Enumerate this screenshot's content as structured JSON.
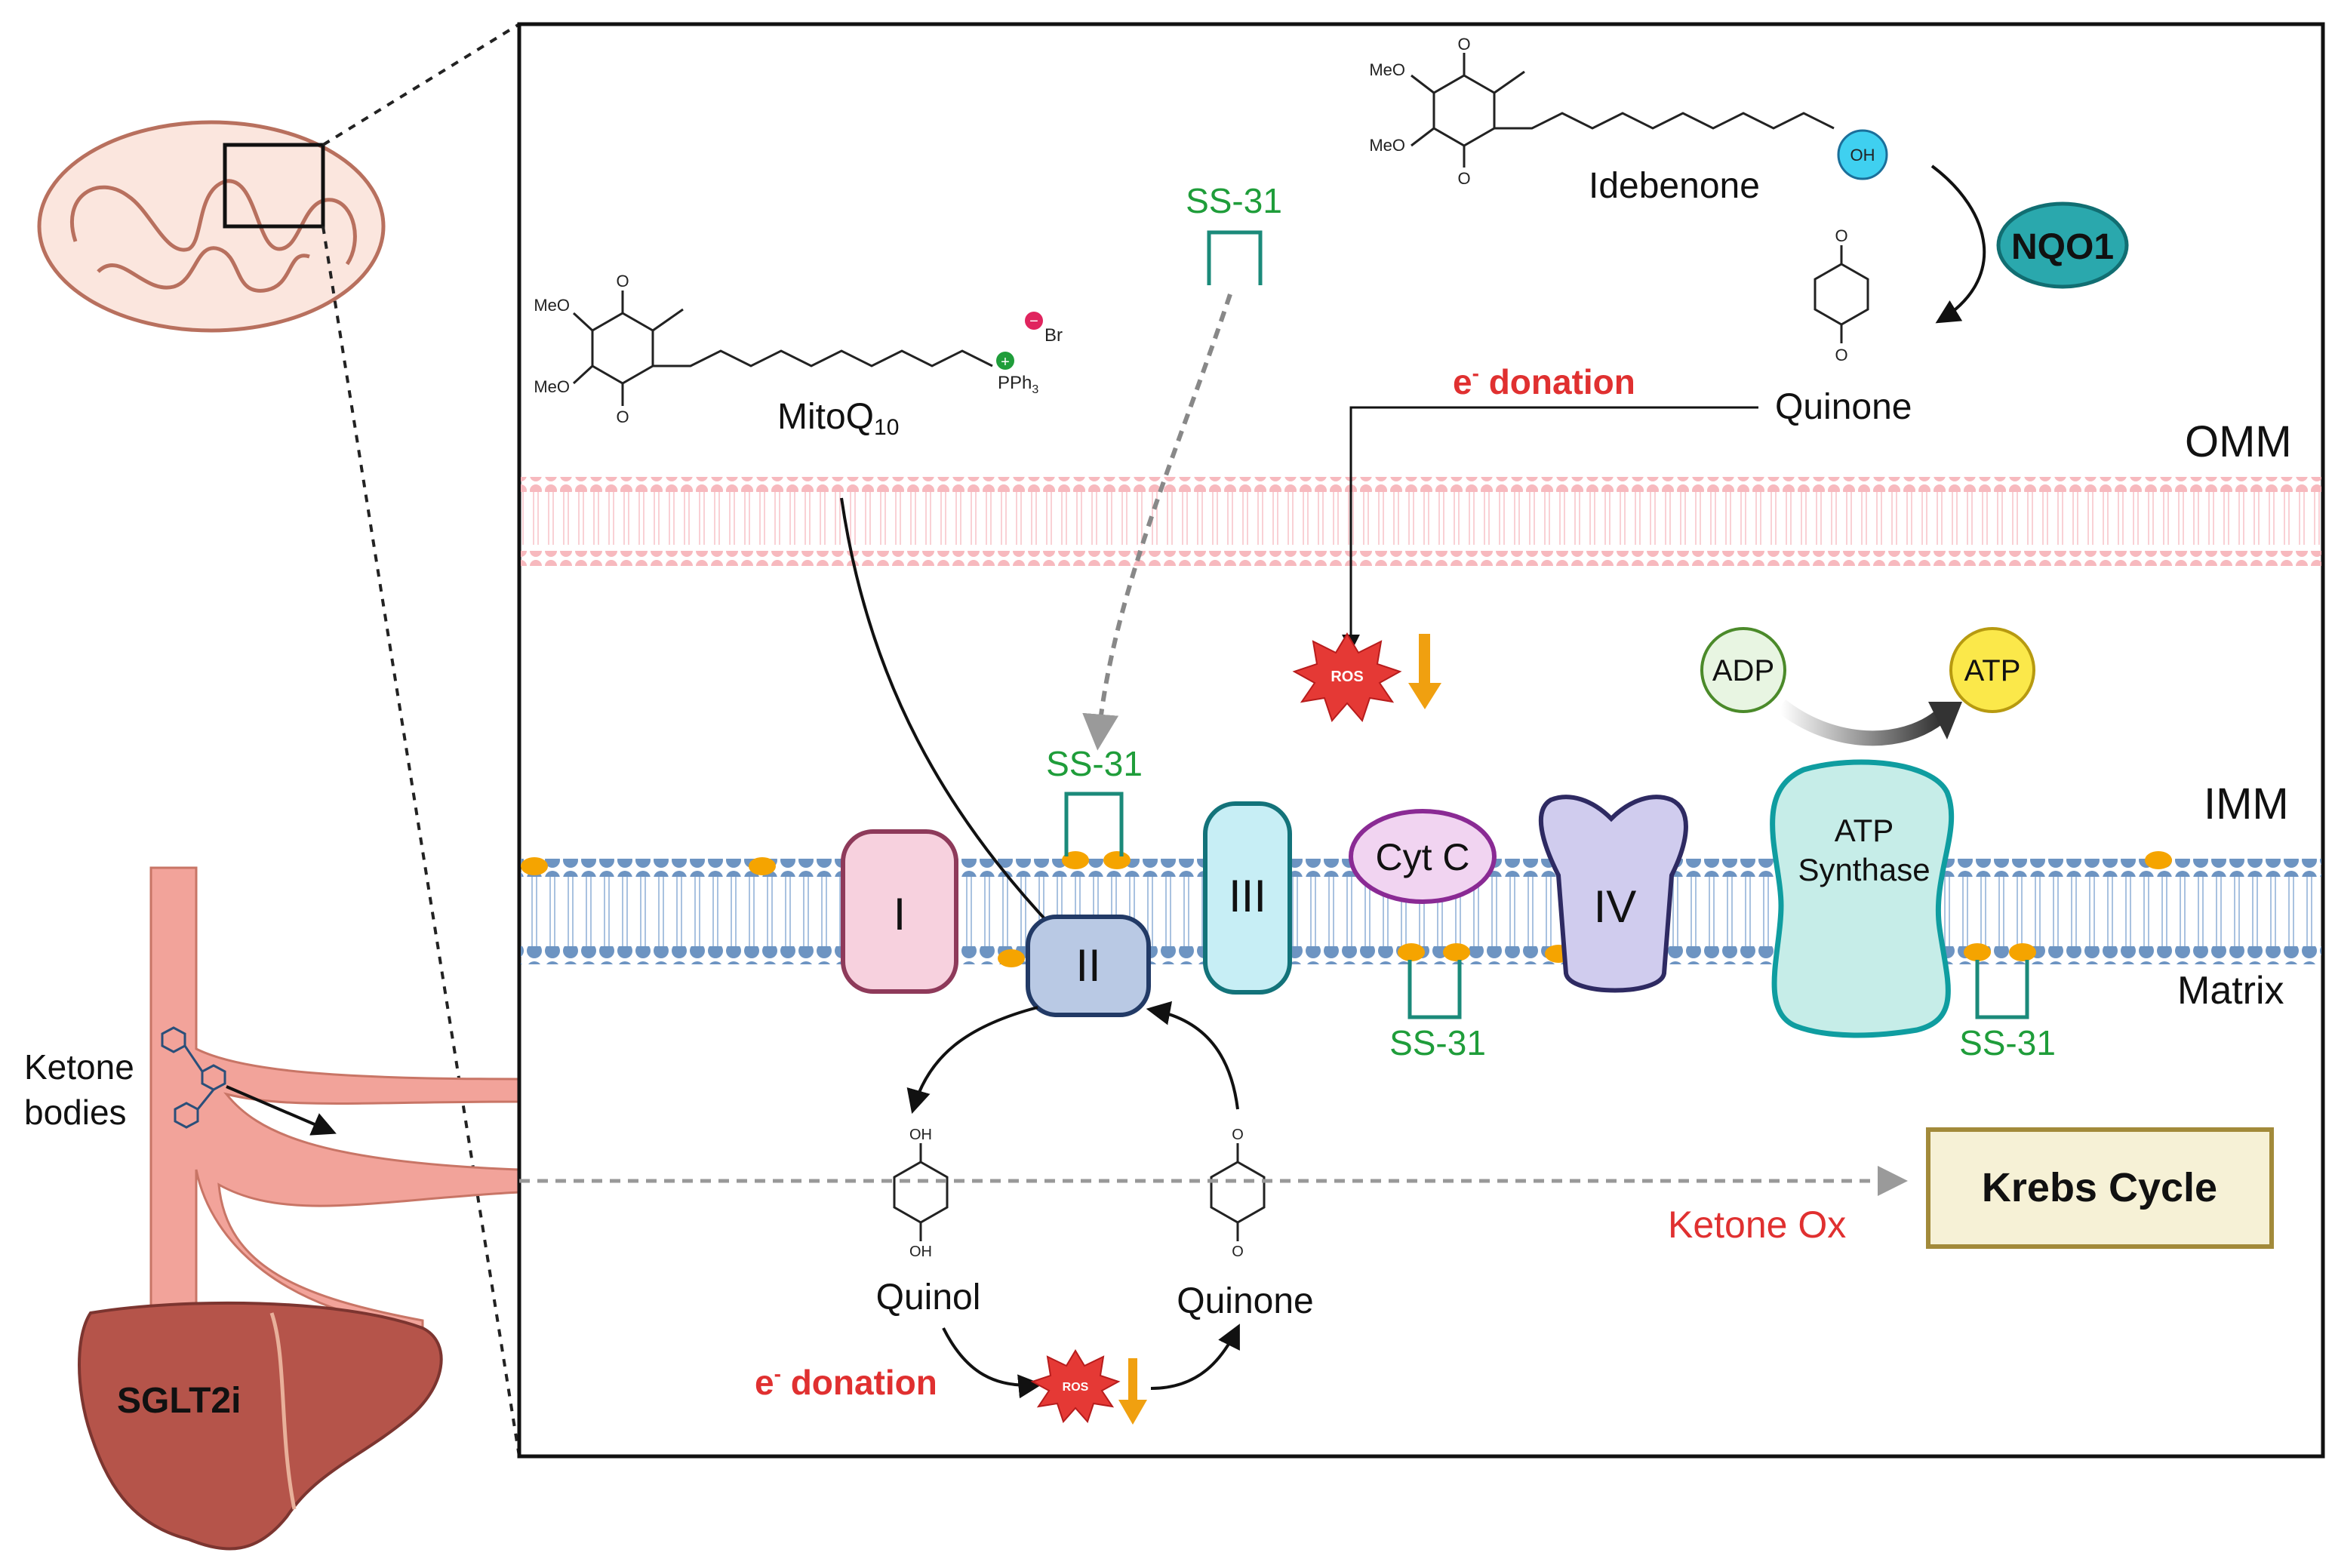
{
  "labels": {
    "omm": "OMM",
    "imm": "IMM",
    "matrix": "Matrix",
    "idebenone": "Idebenone",
    "quinone_top": "Quinone",
    "nqo1": "NQO1",
    "mitoq": "MitoQ",
    "mitoq_sub": "10",
    "ss31": "SS-31",
    "e_donation": "e",
    "e_donation_sup": "-",
    "e_donation_text": " donation",
    "ros": "ROS",
    "adp": "ADP",
    "atp": "ATP",
    "atp_synthase_1": "ATP",
    "atp_synthase_2": "Synthase",
    "complex_1": "I",
    "complex_2": "II",
    "complex_3": "III",
    "complex_4": "IV",
    "cytc": "Cyt C",
    "quinol": "Quinol",
    "quinone_bottom": "Quinone",
    "ketone_ox": "Ketone Ox",
    "krebs": "Krebs Cycle",
    "ketone_1": "Ketone",
    "ketone_2": "bodies",
    "sglt2i": "SGLT2i"
  },
  "chem": {
    "meo": "MeO",
    "o": "O",
    "oh": "OH",
    "br": "Br",
    "pph3": "PPh",
    "pph3_sub": "3",
    "plus": "+",
    "minus": "−"
  },
  "colors": {
    "red": "#e03030",
    "green": "#1f9d3a",
    "teal": "#1b9aa0",
    "omm_pink": "#f7b9be",
    "imm_blue": "#6d94c2",
    "lipid_orange": "#f5a400",
    "arrow_orange": "#f0a010",
    "krebs_fill": "#f6f1d6",
    "krebs_border": "#a28a3a",
    "liver": "#b5544a"
  }
}
